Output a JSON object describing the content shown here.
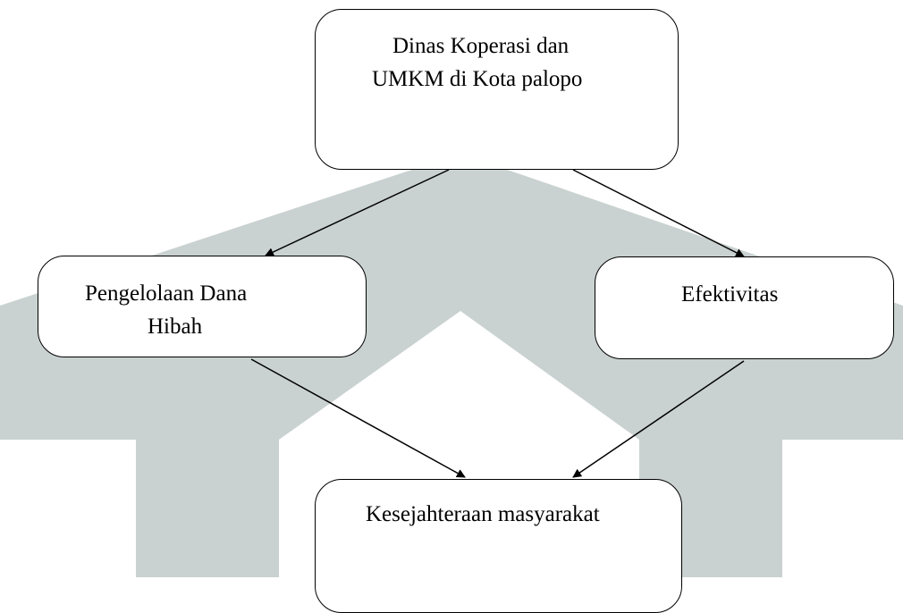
{
  "watermark": {
    "color": "#c9d2d0",
    "emblem_color": "#8ccfb0"
  },
  "nodes": {
    "top": {
      "line1": "Dinas Koperasi dan",
      "line2": "UMKM di Kota palopo"
    },
    "left": {
      "line1": "Pengelolaan Dana",
      "line2": "Hibah"
    },
    "right": {
      "line1": "Efektivitas"
    },
    "bottom": {
      "line1": "Kesejahteraan masyarakat"
    }
  }
}
